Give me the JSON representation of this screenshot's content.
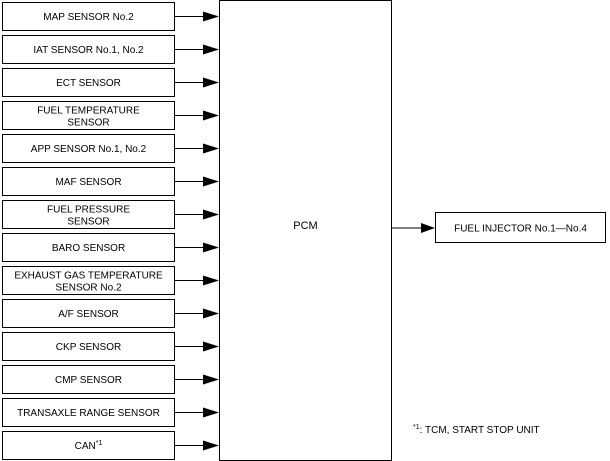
{
  "inputs": [
    [
      "MAP SENSOR No.2"
    ],
    [
      "IAT SENSOR No.1, No.2"
    ],
    [
      "ECT SENSOR"
    ],
    [
      "FUEL TEMPERATURE",
      "SENSOR"
    ],
    [
      "APP SENSOR No.1, No.2"
    ],
    [
      "MAF SENSOR"
    ],
    [
      "FUEL PRESSURE",
      "SENSOR"
    ],
    [
      "BARO SENSOR"
    ],
    [
      "EXHAUST GAS TEMPERATURE",
      "SENSOR No.2"
    ],
    [
      "A/F SENSOR"
    ],
    [
      "CKP SENSOR"
    ],
    [
      "CMP SENSOR"
    ],
    [
      "TRANSAXLE RANGE SENSOR"
    ],
    [
      "CAN"
    ]
  ],
  "can_marker": "*1",
  "controller": "PCM",
  "output": "FUEL INJECTOR No.1—No.4",
  "footnote": {
    "marker": "*1",
    "text": ": TCM, START STOP UNIT"
  }
}
